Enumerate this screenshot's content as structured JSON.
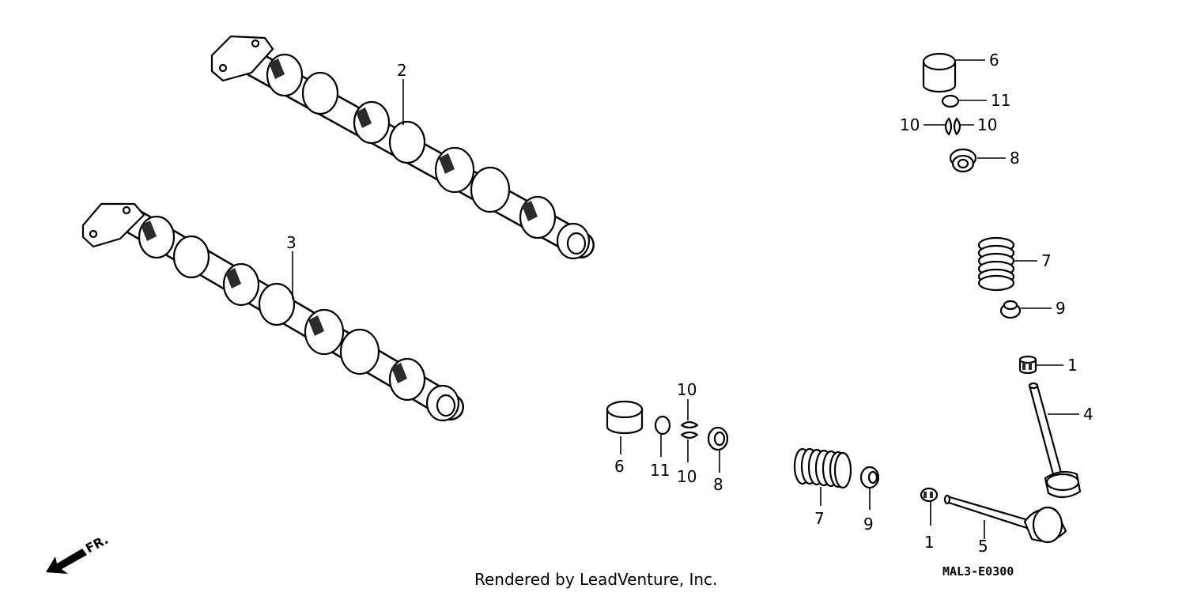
{
  "callouts": {
    "camshaft_upper": "2",
    "camshaft_lower": "3",
    "lifter_right": "6",
    "shim_right": "11",
    "cotter_right_left": "10",
    "cotter_right_right": "10",
    "retainer_right": "8",
    "spring_right": "7",
    "seal_right": "9",
    "guide_right": "1",
    "valve_intake": "4",
    "lifter_mid": "6",
    "shim_mid": "11",
    "cotter_mid_top": "10",
    "cotter_mid_bottom": "10",
    "retainer_mid": "8",
    "spring_mid": "7",
    "seal_mid": "9",
    "guide_mid": "1",
    "valve_exhaust": "5"
  },
  "direction_label": "FR.",
  "credit": "Rendered by LeadVenture, Inc.",
  "diagram_code": "MAL3-E0300",
  "colors": {
    "line": "#000000",
    "background": "#ffffff"
  }
}
